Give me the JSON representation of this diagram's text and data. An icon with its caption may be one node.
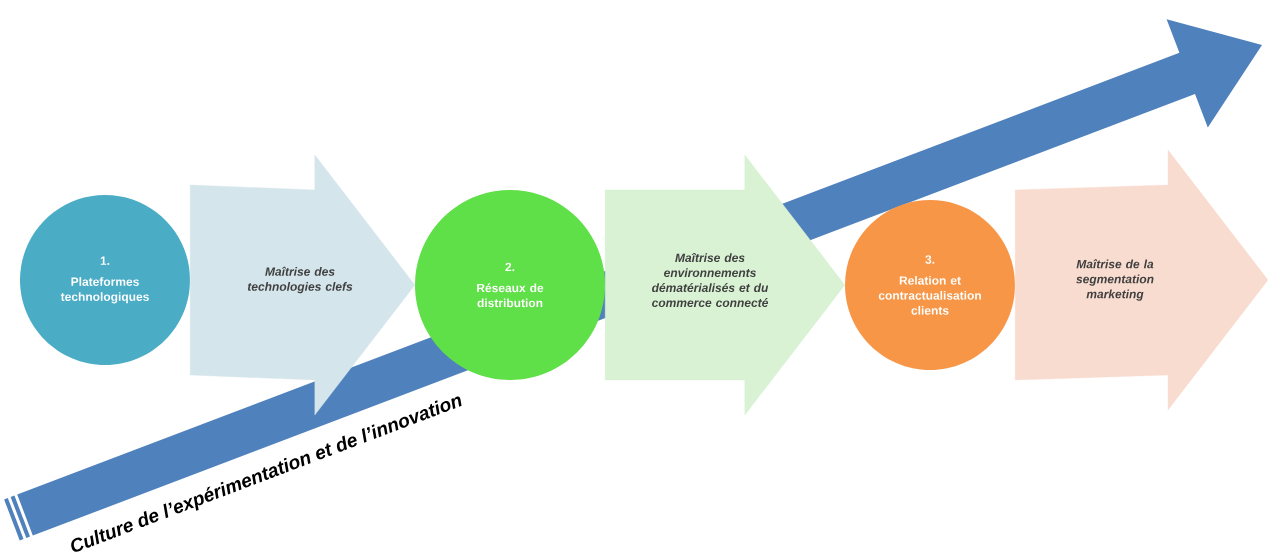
{
  "diagram": {
    "nodes": [
      {
        "text": [
          "1.",
          "Plateformes technologiques"
        ]
      },
      {
        "text": [
          "2.",
          "Réseaux de distribution"
        ]
      },
      {
        "text": [
          "3.",
          "Relation et contractualisation clients"
        ]
      },
      {
        "text": [
          "Culture de l’expérimentation et de l’innovation"
        ]
      }
    ],
    "edges": [
      {
        "from": 0,
        "to": 1,
        "arrow": "to",
        "label": "Maîtrise des technologies clefs"
      },
      {
        "from": 1,
        "to": 2,
        "arrow": "to",
        "label": "Maîtrise des environnements dématérialisés et du commerce connecté"
      },
      {
        "from": 2,
        "to": null,
        "arrow": "to",
        "label": "Maîtrise de la segmentation marketing"
      }
    ]
  }
}
